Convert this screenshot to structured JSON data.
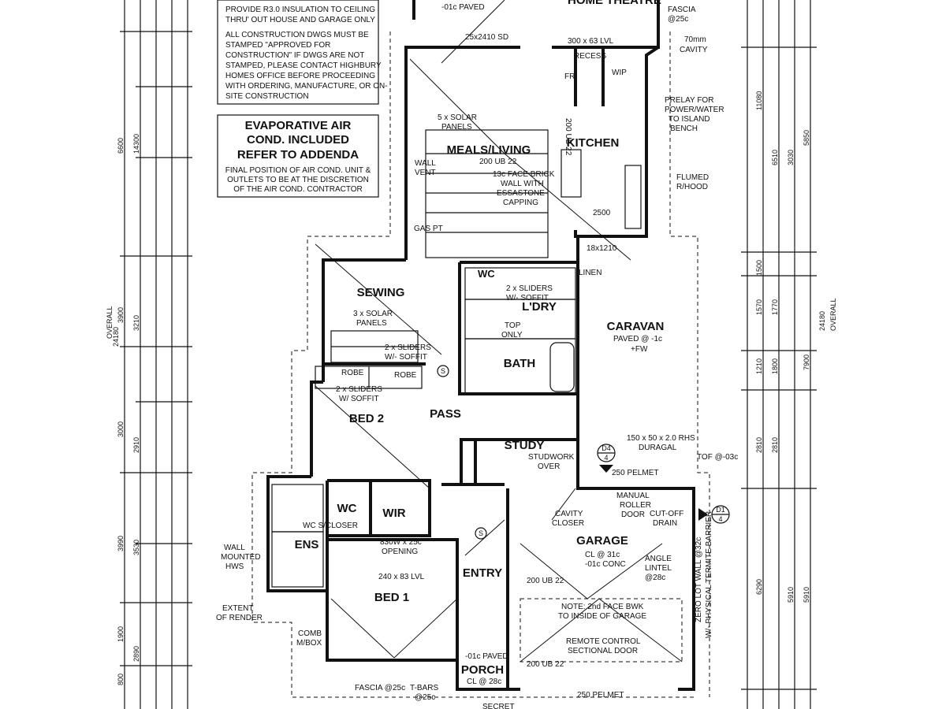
{
  "notes": {
    "top_lines": [
      "PROVIDE R3.0 INSULATION TO CEILING",
      "THRU' OUT HOUSE AND GARAGE ONLY",
      "ALL CONSTRUCTION DWGS MUST BE",
      "STAMPED \"APPROVED FOR",
      "CONSTRUCTION\" IF DWGS ARE NOT",
      "STAMPED, PLEASE CONTACT HIGHBURY",
      "HOMES OFFICE BEFORE PROCEEDING",
      "WITH ORDERING, MANUFACTURE, OR ON-",
      "SITE CONSTRUCTION"
    ],
    "evap_title": [
      "EVAPORATIVE AIR",
      "COND. INCLUDED",
      "REFER TO ADDENDA"
    ],
    "evap_sub": [
      "FINAL POSITION OF AIR COND. UNIT &",
      "OUTLETS TO BE AT THE DISCRETION",
      "OF THE AIR COND. CONTRACTOR"
    ]
  },
  "rooms": {
    "meals_living": "MEALS/LIVING",
    "kitchen": "KITCHEN",
    "sewing": "SEWING",
    "ldry": "L'DRY",
    "bath": "BATH",
    "caravan": "CARAVAN",
    "bed2": "BED 2",
    "pass": "PASS",
    "study": "STUDY",
    "garage": "GARAGE",
    "ens": "ENS",
    "wir": "WIR",
    "wc": "WC",
    "entry": "ENTRY",
    "bed1": "BED 1",
    "porch": "PORCH",
    "home_theatre": "HOME THEATRE",
    "linen": "LINEN",
    "recess": "RECESS"
  },
  "labels": {
    "paved": "-01c PAVED",
    "sd_2410": "25x2410 SD",
    "lvl_300": "300 x 63 LVL",
    "fascia_top": "FASCIA",
    "fascia_25c": "@25c",
    "cavity": "70mm",
    "cavity2": "CAVITY",
    "fr": "FR",
    "wip": "WIP",
    "prelay": [
      "PRELAY FOR",
      "POWER/WATER",
      "TO ISLAND",
      "BENCH"
    ],
    "flumed": [
      "FLUMED",
      "R/HOOD"
    ],
    "solar_panels_5": [
      "5 x SOLAR",
      "PANELS"
    ],
    "ub_200_22": "200 UB 22",
    "face_brick": [
      "13c FACE BRICK",
      "WALL WITH",
      "ESSASTONE",
      "CAPPING"
    ],
    "wall_vent": [
      "WALL",
      "VENT"
    ],
    "gas_pt": "GAS PT",
    "dim_2500": "2500",
    "dim_18x1210": "18x1210",
    "solar_panels_3": [
      "3 x SOLAR",
      "PANELS"
    ],
    "sliders_soffit": [
      "2 x SLIDERS",
      "W/- SOFFIT"
    ],
    "sliders_soffit2": [
      "2 x SLIDERS",
      "W/ SOFFIT"
    ],
    "robe": "ROBE",
    "top_only": [
      "TOP",
      "ONLY"
    ],
    "paved_1c": [
      "PAVED @ -1c",
      "+FW"
    ],
    "studwork": [
      "STUDWORK",
      "OVER"
    ],
    "rhs": [
      "150 x 50 x 2.0 RHS",
      "DURAGAL"
    ],
    "pelmet_250": "250 PELMET",
    "tof": "TOF @-03c",
    "cavity_closer": [
      "CAVITY",
      "CLOSER"
    ],
    "manual_roller": [
      "MANUAL",
      "ROLLER",
      "DOOR"
    ],
    "cutoff_drain": [
      "CUT-OFF",
      "DRAIN"
    ],
    "garage_cl": [
      "CL @ 31c",
      "-01c CONC"
    ],
    "angle_lintel": [
      "ANGLE",
      "LINTEL",
      "@28c"
    ],
    "zero_lot": [
      "ZERO LOT WALL @32c",
      "W/- PHYSICAL TERMITE BARRIER"
    ],
    "note_brick": [
      "NOTE: 2nd FACE BWK",
      "TO INSIDE OF GARAGE"
    ],
    "remote": [
      "REMOTE CONTROL",
      "SECTIONAL DOOR"
    ],
    "wc_s_closer": "WC S/CLOSER",
    "opening_830": [
      "830W x 25c",
      "OPENING"
    ],
    "lvl_240": "240 x 83 LVL",
    "hws": [
      "WALL",
      "MOUNTED",
      "HWS"
    ],
    "render": [
      "EXTENT",
      "OF RENDER"
    ],
    "comb": [
      "COMB",
      "M/BOX"
    ],
    "porch_cl": [
      "-01c PAVED",
      "CL @ 28c"
    ],
    "fascia_bottom": "FASCIA @25c",
    "tbars": [
      "T-BARS",
      "@25c"
    ],
    "secret": "SECRET",
    "overall": "OVERALL",
    "dim_24180": "24180"
  },
  "dims": {
    "left_a": [
      "6600",
      "3900",
      "3000",
      "3990",
      "1900",
      "800"
    ],
    "left_b": [
      "14300",
      "3210",
      "2910",
      "3530",
      "2890"
    ],
    "right_a": [
      "11080",
      "5850",
      "1500",
      "1570",
      "1210",
      "7900",
      "2810",
      "6290"
    ],
    "right_b": [
      "6510",
      "3030",
      "1770",
      "1800",
      "2810",
      "5910",
      "5910"
    ]
  },
  "callouts": [
    {
      "id": "D4",
      "sheet": "4"
    },
    {
      "id": "D1",
      "sheet": "4"
    }
  ]
}
